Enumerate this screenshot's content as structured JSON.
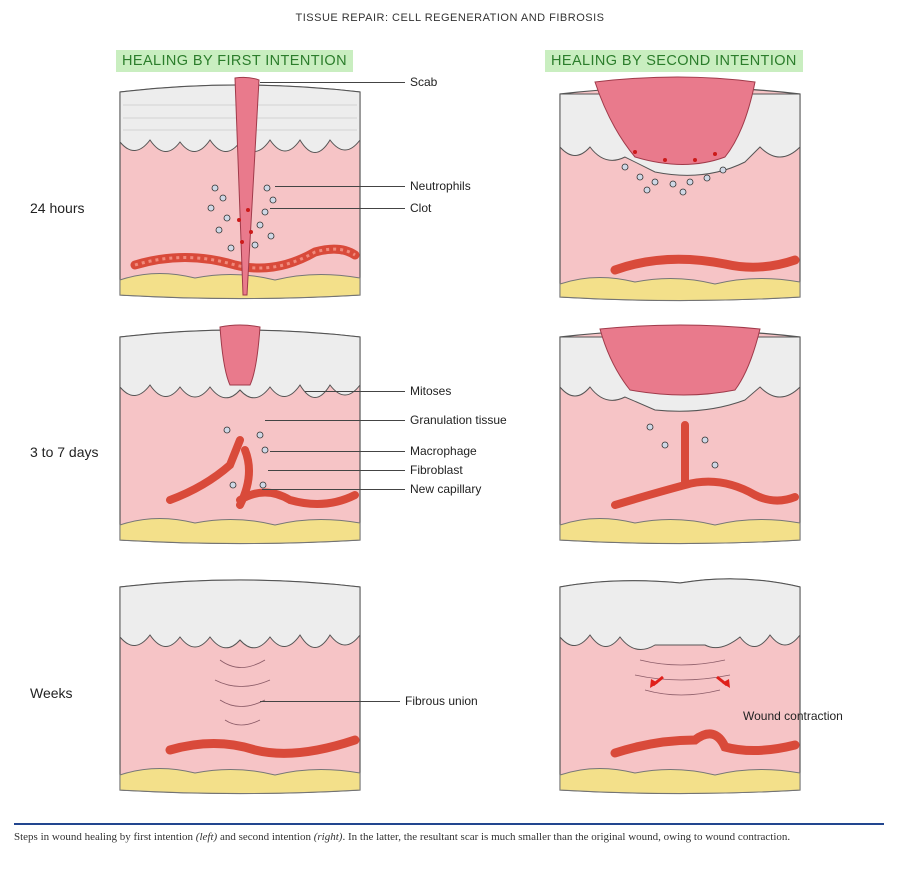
{
  "header": "TISSUE REPAIR: CELL REGENERATION AND FIBROSIS",
  "columns": {
    "first": "HEALING BY FIRST INTENTION",
    "second": "HEALING BY SECOND INTENTION"
  },
  "rows": [
    "24 hours",
    "3 to 7 days",
    "Weeks"
  ],
  "labels": {
    "scab": "Scab",
    "neutrophils": "Neutrophils",
    "clot": "Clot",
    "mitoses": "Mitoses",
    "granulation": "Granulation tissue",
    "macrophage": "Macrophage",
    "fibroblast": "Fibroblast",
    "capillary": "New capillary",
    "fibrous": "Fibrous union",
    "contraction": "Wound contraction"
  },
  "caption": {
    "p1": "Steps in wound healing by first intention ",
    "left": "(left)",
    "p2": " and second intention ",
    "right": "(right)",
    "p3": ". In the latter, the resultant scar is much smaller than the original wound, owing to wound contraction."
  },
  "colors": {
    "dermis": "#f6c4c6",
    "epidermis": "#ededed",
    "scab": "#e97a8c",
    "vessel": "#d94a3a",
    "fat": "#f3e08a",
    "blood_dot": "#cc1a1a",
    "heading_bg": "#c9eec0",
    "heading_text": "#2b7d2b"
  }
}
